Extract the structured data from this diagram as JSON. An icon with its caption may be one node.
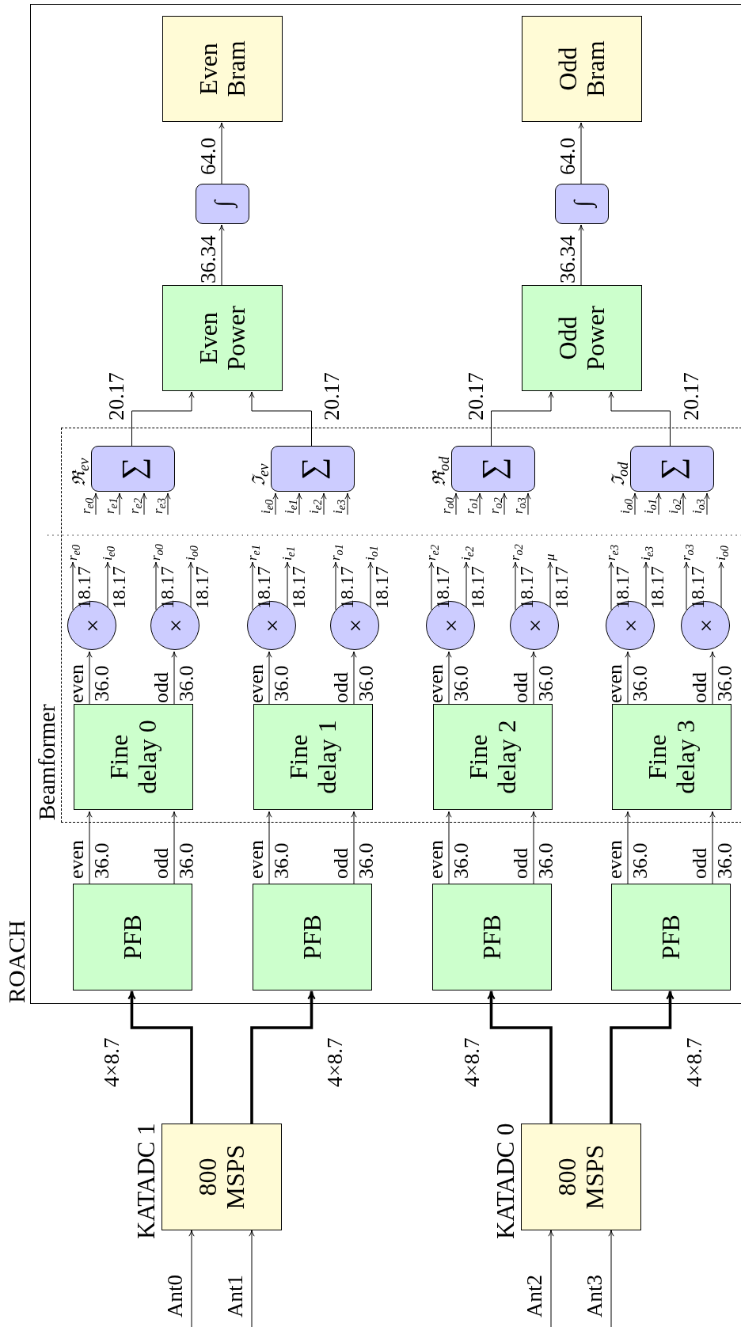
{
  "diagram": {
    "nodes": [
      {
        "text": [
          "ROACH"
        ]
      },
      {
        "text": [
          "Beamformer"
        ],
        "in": 0
      },
      {
        "text": [
          "KATADC 1",
          "800 MSPS"
        ]
      },
      {
        "text": [
          "KATADC 0",
          "800 MSPS"
        ]
      },
      {
        "text": [
          "PFB"
        ],
        "in": 0
      },
      {
        "text": [
          "PFB"
        ],
        "in": 0
      },
      {
        "text": [
          "PFB"
        ],
        "in": 0
      },
      {
        "text": [
          "PFB"
        ],
        "in": 0
      },
      {
        "text": [
          "Fine delay 0"
        ],
        "in": 1
      },
      {
        "text": [
          "Fine delay 1"
        ],
        "in": 1
      },
      {
        "text": [
          "Fine delay 2"
        ],
        "in": 1
      },
      {
        "text": [
          "Fine delay 3"
        ],
        "in": 1
      },
      {
        "text": [
          "×"
        ],
        "in": 1
      },
      {
        "text": [
          "×"
        ],
        "in": 1
      },
      {
        "text": [
          "×"
        ],
        "in": 1
      },
      {
        "text": [
          "×"
        ],
        "in": 1
      },
      {
        "text": [
          "×"
        ],
        "in": 1
      },
      {
        "text": [
          "×"
        ],
        "in": 1
      },
      {
        "text": [
          "×"
        ],
        "in": 1
      },
      {
        "text": [
          "×"
        ],
        "in": 1
      },
      {
        "text": [
          "r$_{e0}$"
        ],
        "in": 1
      },
      {
        "text": [
          "i$_{e0}$"
        ],
        "in": 1
      },
      {
        "text": [
          "r$_{o0}$"
        ],
        "in": 1
      },
      {
        "text": [
          "i$_{o0}$"
        ],
        "in": 1
      },
      {
        "text": [
          "r$_{e1}$"
        ],
        "in": 1
      },
      {
        "text": [
          "i$_{e1}$"
        ],
        "in": 1
      },
      {
        "text": [
          "r$_{o1}$"
        ],
        "in": 1
      },
      {
        "text": [
          "i$_{o1}$"
        ],
        "in": 1
      },
      {
        "text": [
          "r$_{e2}$"
        ],
        "in": 1
      },
      {
        "text": [
          "i$_{e2}$"
        ],
        "in": 1
      },
      {
        "text": [
          "r$_{o2}$"
        ],
        "in": 1
      },
      {
        "text": [
          "μ"
        ],
        "in": 1
      },
      {
        "text": [
          "r$_{e3}$"
        ],
        "in": 1
      },
      {
        "text": [
          "i$_{e3}$"
        ],
        "in": 1
      },
      {
        "text": [
          "r$_{o3}$"
        ],
        "in": 1
      },
      {
        "text": [
          "i$_{o0}$"
        ],
        "in": 1
      },
      {
        "text": [
          "ℜ$_{ev}$",
          "∑"
        ],
        "in": 1
      },
      {
        "text": [
          "ℑ$_{ev}$",
          "∑"
        ],
        "in": 1
      },
      {
        "text": [
          "ℜ$_{od}$",
          "∑"
        ],
        "in": 1
      },
      {
        "text": [
          "ℑ$_{od}$",
          "∑"
        ],
        "in": 1
      },
      {
        "text": [
          "Even Power"
        ],
        "in": 0
      },
      {
        "text": [
          "Odd Power"
        ],
        "in": 0
      },
      {
        "text": [
          "∫"
        ],
        "in": 0
      },
      {
        "text": [
          "∫"
        ],
        "in": 0
      },
      {
        "text": [
          "Even Bram"
        ],
        "in": 0
      },
      {
        "text": [
          "Odd Bram"
        ],
        "in": 0
      }
    ],
    "edges": [
      {
        "from": null,
        "to": 2,
        "arrow": "to",
        "label": "Ant0"
      },
      {
        "from": null,
        "to": 2,
        "arrow": "to",
        "label": "Ant1"
      },
      {
        "from": null,
        "to": 3,
        "arrow": "to",
        "label": "Ant2"
      },
      {
        "from": null,
        "to": 3,
        "arrow": "to",
        "label": "Ant3"
      },
      {
        "from": 2,
        "to": 4,
        "arrow": "to",
        "label": "4×8.7",
        "style": "thick"
      },
      {
        "from": 2,
        "to": 5,
        "arrow": "to",
        "label": "4×8.7",
        "style": "thick"
      },
      {
        "from": 3,
        "to": 6,
        "arrow": "to",
        "label": "4×8.7",
        "style": "thick"
      },
      {
        "from": 3,
        "to": 7,
        "arrow": "to",
        "label": "4×8.7",
        "style": "thick"
      },
      {
        "from": 4,
        "to": 8,
        "arrow": "to",
        "label": "36.0"
      },
      {
        "from": 4,
        "to": 8,
        "arrow": "to",
        "label": "36.0"
      },
      {
        "from": 5,
        "to": 9,
        "arrow": "to",
        "label": "36.0"
      },
      {
        "from": 5,
        "to": 9,
        "arrow": "to",
        "label": "36.0"
      },
      {
        "from": 6,
        "to": 10,
        "arrow": "to",
        "label": "36.0"
      },
      {
        "from": 6,
        "to": 10,
        "arrow": "to",
        "label": "36.0"
      },
      {
        "from": 7,
        "to": 11,
        "arrow": "to",
        "label": "36.0"
      },
      {
        "from": 7,
        "to": 11,
        "arrow": "to",
        "label": "36.0"
      },
      {
        "from": 8,
        "to": 12,
        "arrow": "to",
        "label": "36.0"
      },
      {
        "from": 8,
        "to": 13,
        "arrow": "to",
        "label": "36.0"
      },
      {
        "from": 9,
        "to": 14,
        "arrow": "to",
        "label": "36.0"
      },
      {
        "from": 9,
        "to": 15,
        "arrow": "to",
        "label": "36.0"
      },
      {
        "from": 10,
        "to": 16,
        "arrow": "to",
        "label": "36.0"
      },
      {
        "from": 10,
        "to": 17,
        "arrow": "to",
        "label": "36.0"
      },
      {
        "from": 11,
        "to": 18,
        "arrow": "to",
        "label": "36.0"
      },
      {
        "from": 11,
        "to": 19,
        "arrow": "to",
        "label": "36.0"
      },
      {
        "from": 12,
        "to": 20,
        "arrow": "to",
        "label": "18.17"
      },
      {
        "from": 12,
        "to": 21,
        "arrow": "to",
        "label": "18.17"
      },
      {
        "from": 13,
        "to": 22,
        "arrow": "to",
        "label": "18.17"
      },
      {
        "from": 13,
        "to": 23,
        "arrow": "to",
        "label": "18.17"
      },
      {
        "from": 14,
        "to": 24,
        "arrow": "to",
        "label": "18.17"
      },
      {
        "from": 14,
        "to": 25,
        "arrow": "to",
        "label": "18.17"
      },
      {
        "from": 15,
        "to": 26,
        "arrow": "to",
        "label": "18.17"
      },
      {
        "from": 15,
        "to": 27,
        "arrow": "to",
        "label": "18.17"
      },
      {
        "from": 16,
        "to": 28,
        "arrow": "to",
        "label": "18.17"
      },
      {
        "from": 16,
        "to": 29,
        "arrow": "to",
        "label": "18.17"
      },
      {
        "from": 17,
        "to": 30,
        "arrow": "to",
        "label": "18.17"
      },
      {
        "from": 17,
        "to": 31,
        "arrow": "to",
        "label": "18.17"
      },
      {
        "from": 18,
        "to": 32,
        "arrow": "to",
        "label": "18.17"
      },
      {
        "from": 18,
        "to": 33,
        "arrow": "to",
        "label": "18.17"
      },
      {
        "from": 19,
        "to": 34,
        "arrow": "to",
        "label": "18.17"
      },
      {
        "from": 19,
        "to": 35,
        "arrow": "to"
      },
      {
        "from": null,
        "to": 36,
        "arrow": "to",
        "label": "r$_{e0}$"
      },
      {
        "from": null,
        "to": 36,
        "arrow": "to",
        "label": "r$_{e1}$"
      },
      {
        "from": null,
        "to": 36,
        "arrow": "to",
        "label": "r$_{e2}$"
      },
      {
        "from": null,
        "to": 36,
        "arrow": "to",
        "label": "r$_{e3}$"
      },
      {
        "from": null,
        "to": 37,
        "arrow": "to",
        "label": "i$_{e0}$"
      },
      {
        "from": null,
        "to": 37,
        "arrow": "to",
        "label": "i$_{e1}$"
      },
      {
        "from": null,
        "to": 37,
        "arrow": "to",
        "label": "i$_{e2}$"
      },
      {
        "from": null,
        "to": 37,
        "arrow": "to",
        "label": "i$_{e3}$"
      },
      {
        "from": null,
        "to": 38,
        "arrow": "to",
        "label": "r$_{o0}$"
      },
      {
        "from": null,
        "to": 38,
        "arrow": "to",
        "label": "r$_{o1}$"
      },
      {
        "from": null,
        "to": 38,
        "arrow": "to",
        "label": "r$_{o2}$"
      },
      {
        "from": null,
        "to": 38,
        "arrow": "to",
        "label": "r$_{o3}$"
      },
      {
        "from": null,
        "to": 39,
        "arrow": "to",
        "label": "i$_{o0}$"
      },
      {
        "from": null,
        "to": 39,
        "arrow": "to",
        "label": "i$_{o1}$"
      },
      {
        "from": null,
        "to": 39,
        "arrow": "to",
        "label": "i$_{o2}$"
      },
      {
        "from": null,
        "to": 39,
        "arrow": "to",
        "label": "i$_{o3}$"
      },
      {
        "from": 36,
        "to": 40,
        "arrow": "to",
        "label": "20.17"
      },
      {
        "from": 37,
        "to": 40,
        "arrow": "to",
        "label": "20.17"
      },
      {
        "from": 38,
        "to": 41,
        "arrow": "to",
        "label": "20.17"
      },
      {
        "from": 39,
        "to": 41,
        "arrow": "to",
        "label": "20.17"
      },
      {
        "from": 40,
        "to": 42,
        "arrow": "to",
        "label": "36.34"
      },
      {
        "from": 42,
        "to": 44,
        "arrow": "to",
        "label": "64.0"
      },
      {
        "from": 41,
        "to": 43,
        "arrow": "to",
        "label": "36.34"
      },
      {
        "from": 43,
        "to": 45,
        "arrow": "to",
        "label": "64.0"
      }
    ],
    "labels": [
      "even",
      "odd",
      "even",
      "odd",
      "even",
      "odd",
      "even",
      "odd",
      "even",
      "odd",
      "even",
      "odd",
      "even",
      "odd",
      "even",
      "odd"
    ]
  }
}
